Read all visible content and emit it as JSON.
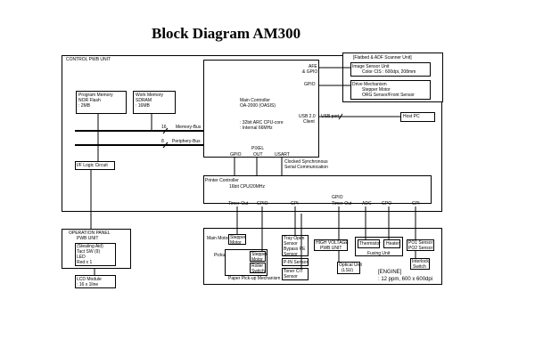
{
  "title": "Block Diagram AM300",
  "control": {
    "label": "CONTROL PWB UNIT",
    "program_memory": [
      "Program Memory",
      "NOR Flash",
      ": 2MB"
    ],
    "work_memory": [
      "Work Memory",
      "SDRAM",
      ": 16MB"
    ],
    "if_logic": "I/F Logic Circuit",
    "memory_bus": "Memory-Bus",
    "memory_bus_width": "16",
    "periphery_bus": "Periphery-Bus",
    "periphery_bus_width": "8"
  },
  "main_controller": {
    "lines": [
      "Main Controller",
      "OA-2000 (OASIS)"
    ],
    "cpu_lines": [
      ": 32bit ARC CPU-core",
      ": Internal 66MHz"
    ],
    "afe_gpio": [
      "AFE",
      "& GPIO"
    ],
    "gpio_right": "GPIO",
    "usb_client": [
      "USB 2.0",
      "Client"
    ],
    "usb_port": "USB port",
    "host_pc": "Host PC",
    "bottom_gpio": "GPIO",
    "pixel_out": [
      "PIXEL",
      "OUT"
    ],
    "usart": "USART",
    "sync_comm": [
      "Clocked Synchronous",
      "Serial Communication"
    ]
  },
  "scanner": {
    "label": "[Flatbed & ADF Scanner Unit]",
    "image_sensor": [
      "Image Sensor Unit",
      "Color CIS : 600dpi, 208mm"
    ],
    "drive": [
      "Drive Mechanism",
      "Stepper Motor",
      "ORG Sensor/Front Sensor"
    ]
  },
  "printer_controller": {
    "lines": [
      "Printer Controller",
      "16bit CPU/20MHz"
    ],
    "ports": {
      "timer_out": "Timer-Out",
      "gpio": "GPIO",
      "gp_i": "GPI",
      "gpio_timer": [
        "GPIO",
        "Timer-Out"
      ],
      "adc": "ADC",
      "gpo": "GPO",
      "gp_i2": "GPI"
    }
  },
  "panel": {
    "label": [
      "OPERATION PANEL",
      "PWB UNIT"
    ],
    "lines": [
      "(Stealing Aid)",
      "Tact SW (9)",
      "LED",
      "Red x 1"
    ],
    "lcd": [
      "LCD Module",
      ": 16 x 1line"
    ]
  },
  "engine": {
    "main_motor": "Main Motor",
    "stepper_motor_1": [
      "Stepper",
      "Motor"
    ],
    "pickup_motor": "Pickup Motor",
    "stepper_motor_2": [
      "Stepper",
      "Motor"
    ],
    "roller_switch": [
      "Roller",
      "Switch"
    ],
    "paper_pickup": "Paper Pick-up Mechanism",
    "tray_sensors": [
      "Tray Open",
      "Sensor",
      "Bypass PE",
      "Sensor"
    ],
    "pin_sensor": "P-IN Sensor",
    "toner_cit": [
      "Toner CIT",
      "Sensor"
    ],
    "hv_pwb": [
      "HIGH VOLTAGE",
      "PWB UNIT"
    ],
    "optical_unit": [
      "Optical Unit",
      "(LSU)"
    ],
    "thermistor": "Thermistor",
    "heater": "Heater",
    "fusing_unit": "Fusing Unit",
    "po_sensors": [
      "PO1 Sensor",
      "PO2 Sensor"
    ],
    "interlock": [
      "Interlock",
      "Switch"
    ],
    "engine_label": "[ENGINE]",
    "engine_spec": ": 12 ppm, 600 x 600dpi"
  }
}
